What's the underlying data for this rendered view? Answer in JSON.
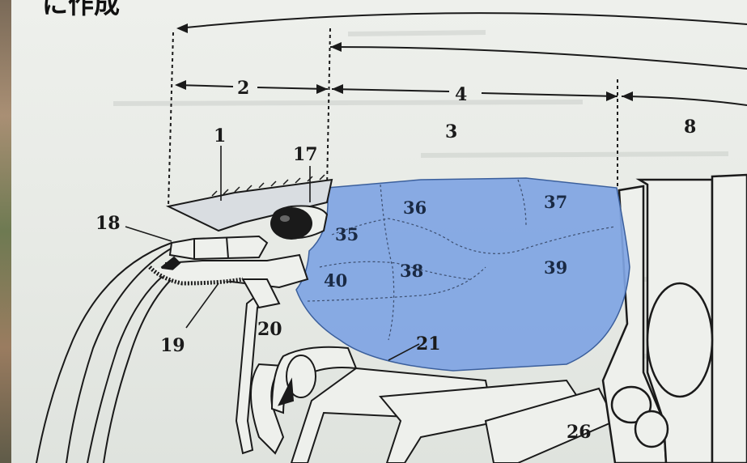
{
  "caption": "に作成",
  "labels": {
    "l1": "1",
    "l2": "2",
    "l3": "3",
    "l4": "4",
    "l8": "8",
    "l17": "17",
    "l18": "18",
    "l19": "19",
    "l20": "20",
    "l21": "21",
    "l26": "26",
    "l35": "35",
    "l36": "36",
    "l37": "37",
    "l38": "38",
    "l39": "39",
    "l40": "40"
  },
  "colors": {
    "carapace_fill": "#7fa4e3",
    "ink": "#1a1a1a",
    "paper": "#e9ebe6"
  },
  "icons": {
    "eye": "eye-icon"
  }
}
